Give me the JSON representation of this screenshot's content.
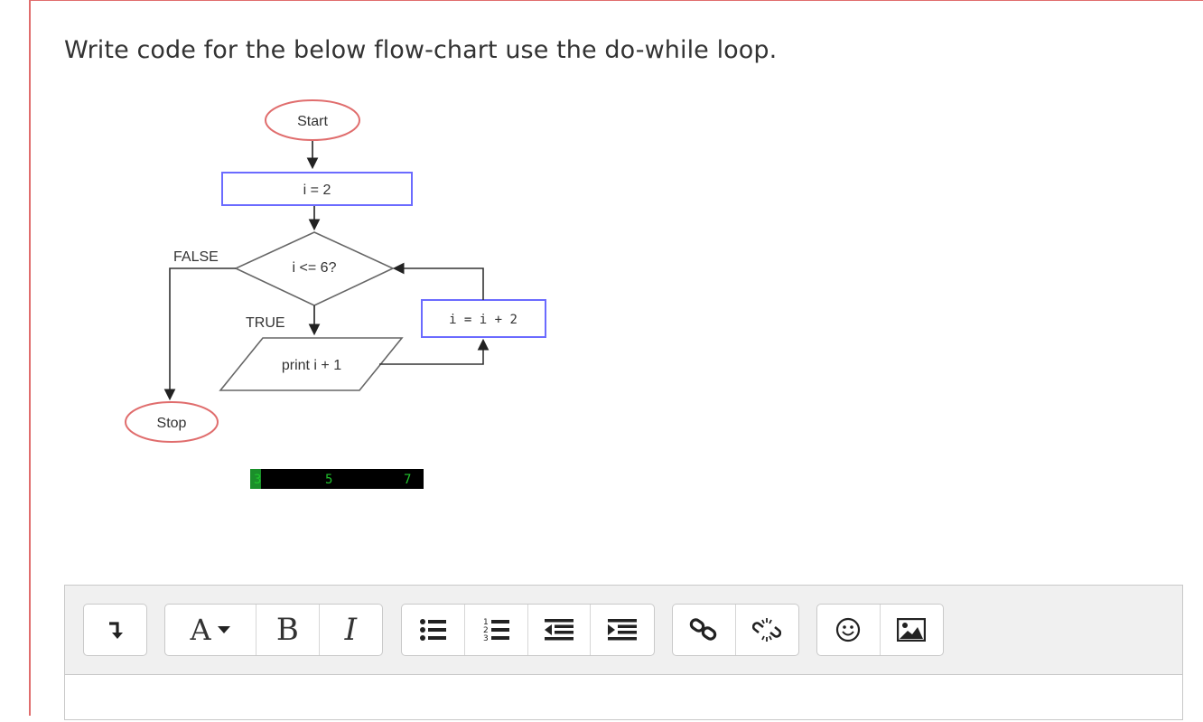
{
  "question": {
    "text": "Write code for the below flow-chart use the do-while loop."
  },
  "flowchart": {
    "start": "Start",
    "init": "i = 2",
    "condition": "i <= 6?",
    "false_label": "FALSE",
    "true_label": "TRUE",
    "print": "print i + 1",
    "increment": "i = i + 2",
    "stop": "Stop",
    "output": [
      "3",
      "5",
      "7"
    ]
  },
  "toolbar": {
    "groups": [
      [
        "collapse-icon"
      ],
      [
        "font-style-icon",
        "bold-icon",
        "italic-icon"
      ],
      [
        "bullet-list-icon",
        "numbered-list-icon",
        "outdent-icon",
        "indent-icon"
      ],
      [
        "link-icon",
        "unlink-icon"
      ],
      [
        "emoji-icon",
        "image-icon"
      ]
    ],
    "font_label": "A",
    "bold_label": "B",
    "italic_label": "I"
  },
  "colors": {
    "frame": "#e06d6d",
    "ellipse_border": "#e06d6d",
    "rect_border": "#6b6bff",
    "output_bg": "#000000",
    "output_text": "#22c32e"
  }
}
